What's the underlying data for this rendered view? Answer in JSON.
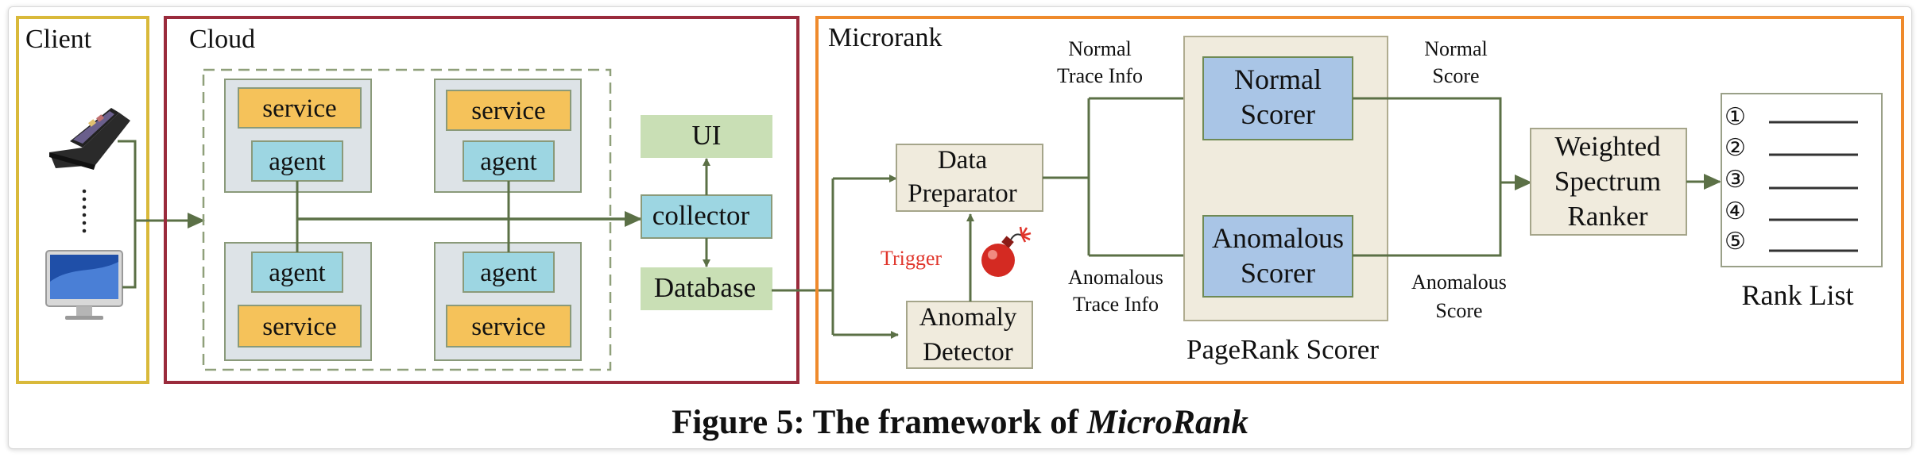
{
  "colors": {
    "client_border": "#d9b93a",
    "cloud_border": "#9a2b3c",
    "microrank_border": "#ef8a2c",
    "service_fill": "#f5c25a",
    "agent_fill": "#9dd6e2",
    "ui_fill": "#c9dfb5",
    "scorer_fill": "#a9c5e6",
    "module_fill": "#f0ebdd",
    "arrow": "#5b7046",
    "trigger": "#e0352b"
  },
  "client": {
    "title": "Client"
  },
  "cloud": {
    "title": "Cloud",
    "service_label": "service",
    "agent_label": "agent",
    "ui_label": "UI",
    "collector_label": "collector",
    "database_label": "Database"
  },
  "microrank": {
    "title": "Microrank",
    "data_preparator": [
      "Data",
      "Preparator"
    ],
    "anomaly_detector": [
      "Anomaly",
      "Detector"
    ],
    "trigger_label": "Trigger",
    "normal_trace_info": [
      "Normal",
      "Trace Info"
    ],
    "anomalous_trace_info": [
      "Anomalous",
      "Trace Info"
    ],
    "normal_scorer": [
      "Normal",
      "Scorer"
    ],
    "anomalous_scorer": [
      "Anomalous",
      "Scorer"
    ],
    "pagerank_scorer": "PageRank Scorer",
    "normal_score": [
      "Normal",
      "Score"
    ],
    "anomalous_score": [
      "Anomalous",
      "Score"
    ],
    "ranker": [
      "Weighted",
      "Spectrum",
      "Ranker"
    ],
    "rank_list_title": "Rank List",
    "rank_numbers": [
      "①",
      "②",
      "③",
      "④",
      "⑤"
    ]
  },
  "caption": {
    "prefix": "Figure 5: The framework of ",
    "name": "MicroRank"
  }
}
